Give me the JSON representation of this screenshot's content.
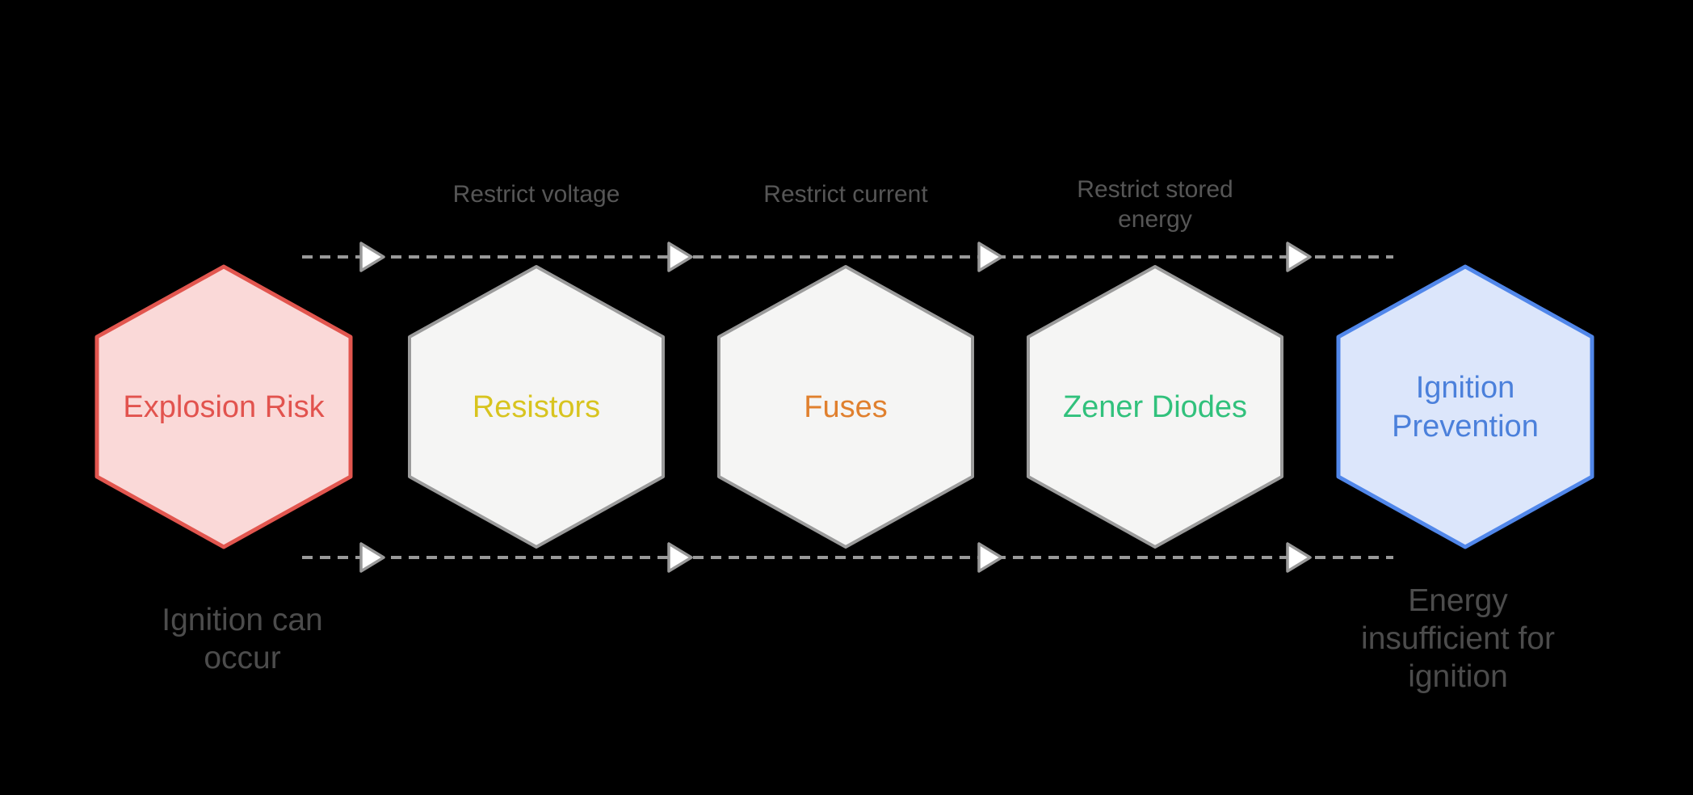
{
  "diagram": {
    "background": "#000000",
    "connector_color": "#999999",
    "arrowhead_fill": "#ffffff",
    "edge_label_color": "#565656",
    "annotation_color": "#4c4c4c",
    "nodes": [
      {
        "id": "explosion-risk",
        "label_lines": [
          "Explosion Risk"
        ],
        "fill": "#fad9d8",
        "stroke": "#e2564f",
        "text_color": "#e2534e"
      },
      {
        "id": "resistors",
        "label_lines": [
          "Resistors"
        ],
        "fill": "#f5f5f4",
        "stroke": "#9b9b9b",
        "text_color": "#d8c41f"
      },
      {
        "id": "fuses",
        "label_lines": [
          "Fuses"
        ],
        "fill": "#f5f5f4",
        "stroke": "#9b9b9b",
        "text_color": "#e0802e"
      },
      {
        "id": "zener-diodes",
        "label_lines": [
          "Zener Diodes"
        ],
        "fill": "#f5f5f4",
        "stroke": "#9b9b9b",
        "text_color": "#31c17c"
      },
      {
        "id": "ignition-prevention",
        "label_lines": [
          "Ignition",
          "Prevention"
        ],
        "fill": "#dce6fb",
        "stroke": "#5187ea",
        "text_color": "#4b80db"
      }
    ],
    "edge_labels": [
      {
        "lines": [
          "Restrict voltage"
        ]
      },
      {
        "lines": [
          "Restrict current"
        ]
      },
      {
        "lines": [
          "Restrict stored",
          "energy"
        ]
      }
    ],
    "annotations": [
      {
        "lines": [
          "Ignition can",
          "occur"
        ]
      },
      {
        "lines": [
          "Energy",
          "insufficient for",
          "ignition"
        ]
      }
    ]
  }
}
